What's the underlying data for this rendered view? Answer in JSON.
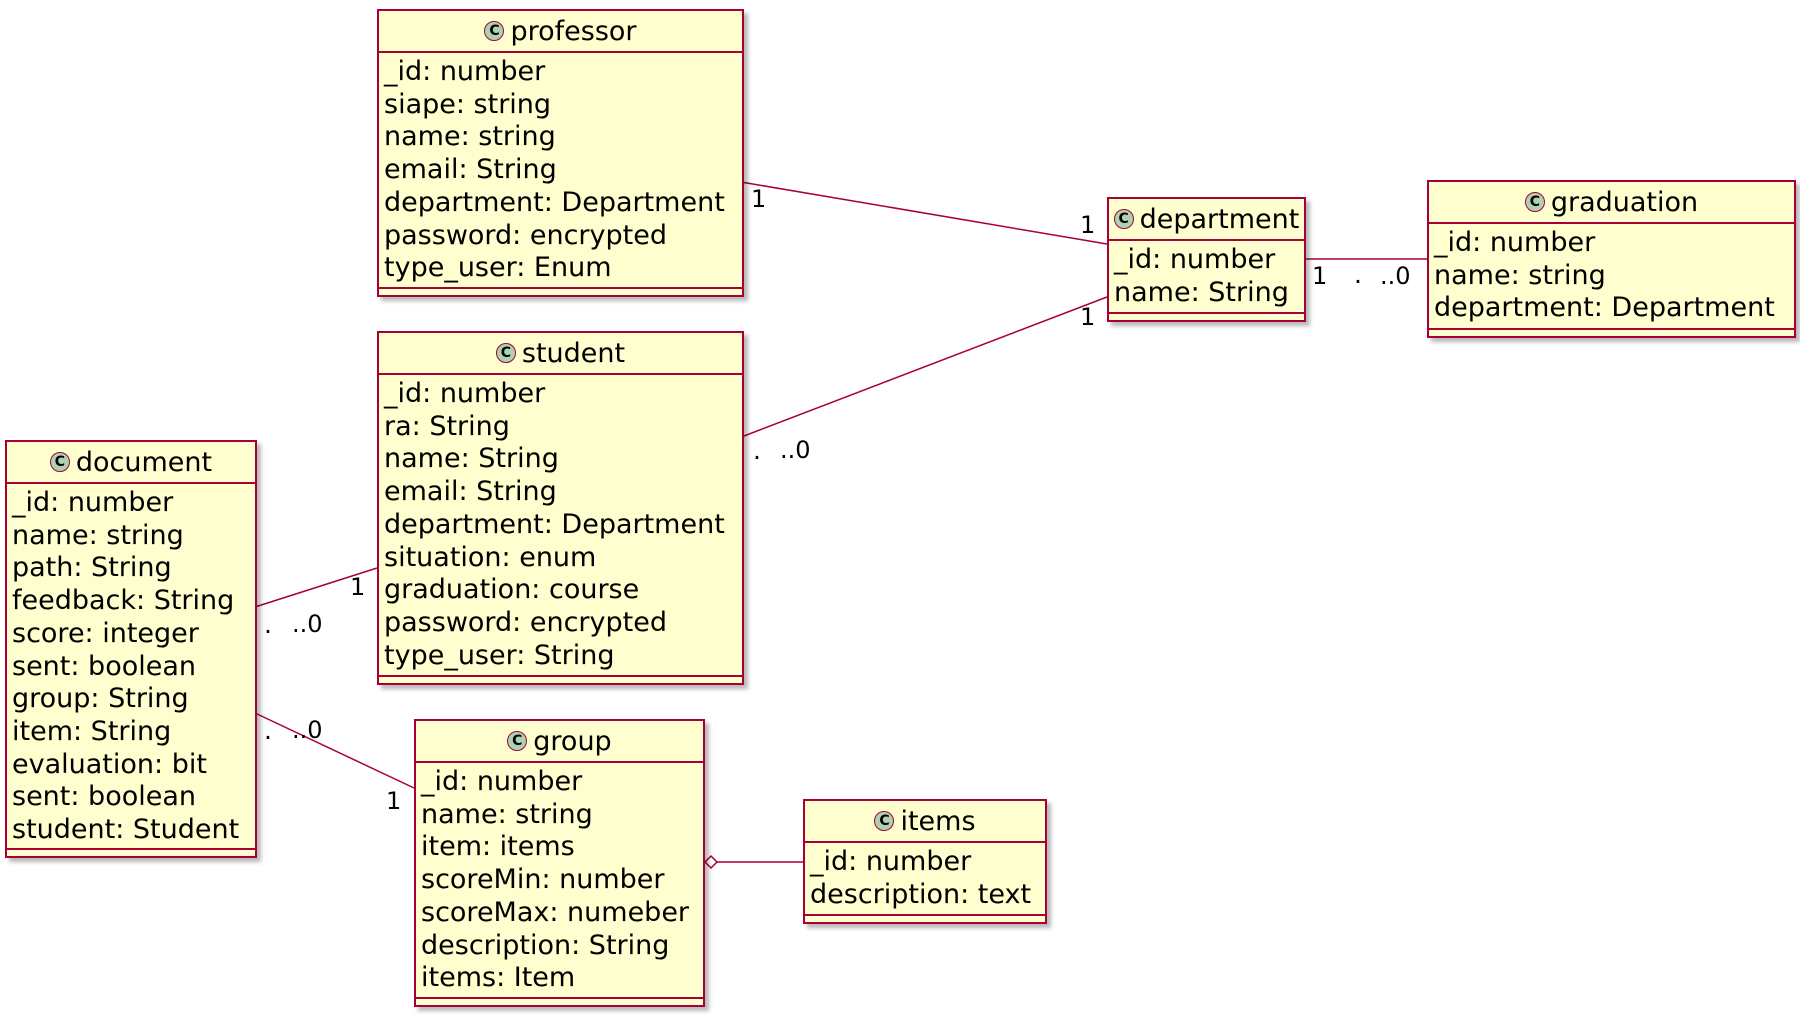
{
  "colors": {
    "class_background": "#FEFECE",
    "class_border": "#A80036",
    "class_icon": "#ADD1B2",
    "edge": "#A80036"
  },
  "icons": {
    "class_icon": "class-c-circle-icon"
  },
  "classes": [
    {
      "id": "professor",
      "icon": "C",
      "title": "professor",
      "attributes": [
        "_id: number",
        "siape: string",
        "name: string",
        "email: String",
        "department: Department",
        "password: encrypted",
        "type_user: Enum"
      ]
    },
    {
      "id": "department",
      "icon": "C",
      "title": "department",
      "attributes": [
        "_id: number",
        "name: String"
      ]
    },
    {
      "id": "graduation",
      "icon": "C",
      "title": "graduation",
      "attributes": [
        "_id: number",
        "name: string",
        "department: Department"
      ]
    },
    {
      "id": "student",
      "icon": "C",
      "title": "student",
      "attributes": [
        "_id: number",
        "ra: String",
        "name: String",
        "email: String",
        "department: Department",
        "situation: enum",
        "graduation: course",
        "password: encrypted",
        "type_user: String"
      ]
    },
    {
      "id": "document",
      "icon": "C",
      "title": "document",
      "attributes": [
        "_id: number",
        "name: string",
        "path: String",
        "feedback: String",
        "score: integer",
        "sent: boolean",
        "group: String",
        "item: String",
        "evaluation: bit",
        "sent: boolean",
        "student: Student"
      ]
    },
    {
      "id": "group",
      "icon": "C",
      "title": "group",
      "attributes": [
        "_id: number",
        "name: string",
        "item: items",
        "scoreMin: number",
        "scoreMax: numeber",
        "description: String",
        "items: Item"
      ]
    },
    {
      "id": "items",
      "icon": "C",
      "title": "items",
      "attributes": [
        "_id: number",
        "description: text"
      ]
    }
  ],
  "relations": [
    {
      "from": "professor",
      "to": "department",
      "labels": [
        "1",
        "1"
      ]
    },
    {
      "from": "student",
      "to": "department",
      "labels": [
        ".",
        "..0",
        "1"
      ]
    },
    {
      "from": "department",
      "to": "graduation",
      "labels": [
        "1",
        ".",
        "..0"
      ]
    },
    {
      "from": "document",
      "to": "student",
      "labels": [
        ".",
        "..0",
        "1"
      ]
    },
    {
      "from": "document",
      "to": "group",
      "labels": [
        ".",
        "..0",
        "1"
      ]
    },
    {
      "from": "group",
      "to": "items",
      "labels": []
    }
  ]
}
